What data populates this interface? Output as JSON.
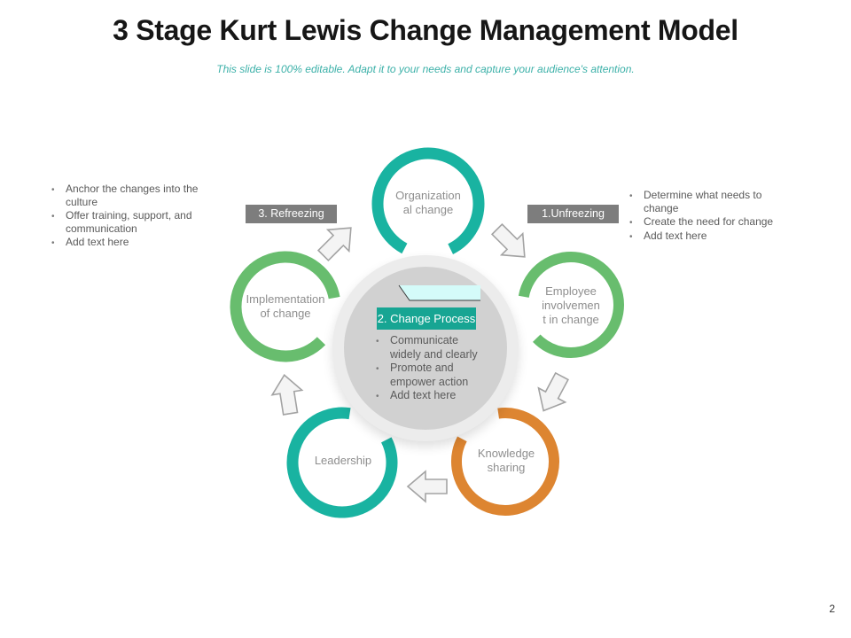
{
  "slide": {
    "title": "3 Stage Kurt Lewis Change Management Model",
    "subtitle": "This slide is 100% editable. Adapt it to your needs and capture your audience's attention.",
    "page_number": "2"
  },
  "colors": {
    "teal": "#19b3a1",
    "green": "#68bd6e",
    "orange": "#dd8531",
    "tag_gray": "#7d7d7d",
    "process_label_teal": "#17a593",
    "banner_cyan": "#d4fbf9",
    "center_circle_gray": "#d1d1d1"
  },
  "stages": {
    "unfreezing": {
      "label": "1.Unfreezing",
      "bullets": [
        "Determine what needs to\nchange",
        "Create the need for change",
        "Add text here"
      ]
    },
    "change_process": {
      "label": "2. Change Process",
      "bullets": [
        "Communicate\nwidely and clearly",
        "Promote and\nempower action",
        "Add text here"
      ]
    },
    "refreezing": {
      "label": "3. Refreezing",
      "bullets": [
        "Anchor the changes into the\nculture",
        "Offer training, support, and\ncommunication",
        "Add text here"
      ]
    }
  },
  "circles": [
    {
      "label": "Organization\nal change",
      "color": "#19b3a1"
    },
    {
      "label": "Employee\ninvolvemen\nt in change",
      "color": "#68bd6e"
    },
    {
      "label": "Knowledge\nsharing",
      "color": "#dd8531"
    },
    {
      "label": "Leadership",
      "color": "#19b3a1"
    },
    {
      "label": "Implementation\nof change",
      "color": "#68bd6e"
    }
  ]
}
